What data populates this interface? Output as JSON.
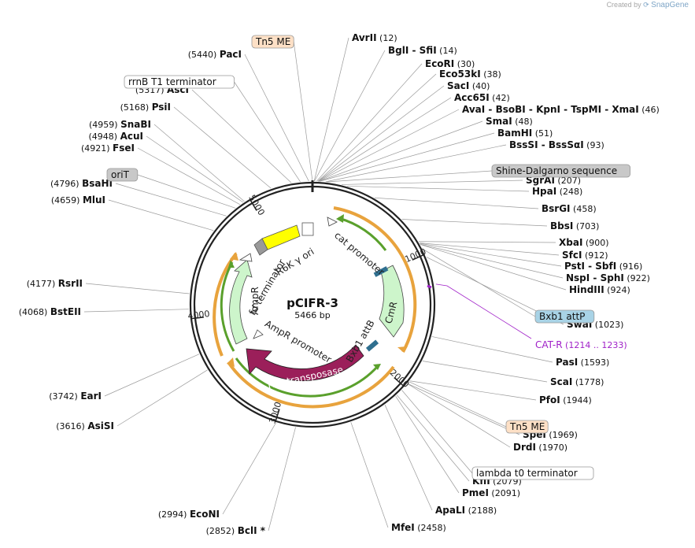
{
  "credit": {
    "prefix": "Created by",
    "brand": "SnapGene"
  },
  "plasmid": {
    "name": "pCIFR-3",
    "size_label": "5466 bp",
    "length": 5466
  },
  "ticks": [
    {
      "pos": 1000,
      "label": "1000"
    },
    {
      "pos": 2000,
      "label": "2000"
    },
    {
      "pos": 3000,
      "label": "3000"
    },
    {
      "pos": 4000,
      "label": "4000"
    },
    {
      "pos": 5000,
      "label": "5000"
    }
  ],
  "sites": [
    {
      "names": [
        "AvrII"
      ],
      "coord": "(12)",
      "pos": 12
    },
    {
      "names": [
        "BglI",
        "SfiI"
      ],
      "coord": "(14)",
      "pos": 14
    },
    {
      "names": [
        "EcoRI"
      ],
      "coord": "(30)",
      "pos": 30
    },
    {
      "names": [
        "Eco53kI"
      ],
      "coord": "(38)",
      "pos": 38
    },
    {
      "names": [
        "SacI"
      ],
      "coord": "(40)",
      "pos": 40
    },
    {
      "names": [
        "Acc65I"
      ],
      "coord": "(42)",
      "pos": 42
    },
    {
      "names": [
        "AvaI",
        "BsoBI",
        "KpnI",
        "TspMI",
        "XmaI"
      ],
      "coord": "(46)",
      "pos": 46
    },
    {
      "names": [
        "SmaI"
      ],
      "coord": "(48)",
      "pos": 48
    },
    {
      "names": [
        "BamHI"
      ],
      "coord": "(51)",
      "pos": 51
    },
    {
      "names": [
        "BssSI",
        "BssSαI"
      ],
      "coord": "(93)",
      "pos": 93
    },
    {
      "names": [
        "SgrAI"
      ],
      "coord": "(207)",
      "pos": 207
    },
    {
      "names": [
        "HpaI"
      ],
      "coord": "(248)",
      "pos": 248
    },
    {
      "names": [
        "BsrGI"
      ],
      "coord": "(458)",
      "pos": 458
    },
    {
      "names": [
        "BbsI"
      ],
      "coord": "(703)",
      "pos": 703
    },
    {
      "names": [
        "XbaI"
      ],
      "coord": "(900)",
      "pos": 900
    },
    {
      "names": [
        "SfcI"
      ],
      "coord": "(912)",
      "pos": 912
    },
    {
      "names": [
        "PstI",
        "SbfI"
      ],
      "coord": "(916)",
      "pos": 916
    },
    {
      "names": [
        "NspI",
        "SphI"
      ],
      "coord": "(922)",
      "pos": 922
    },
    {
      "names": [
        "HindIII"
      ],
      "coord": "(924)",
      "pos": 924
    },
    {
      "names": [
        "SwaI"
      ],
      "coord": "(1023)",
      "pos": 1023
    },
    {
      "names": [
        "PasI"
      ],
      "coord": "(1593)",
      "pos": 1593
    },
    {
      "names": [
        "ScaI"
      ],
      "coord": "(1778)",
      "pos": 1778
    },
    {
      "names": [
        "PfoI"
      ],
      "coord": "(1944)",
      "pos": 1944
    },
    {
      "names": [
        "SpeI"
      ],
      "coord": "(1969)",
      "pos": 1969
    },
    {
      "names": [
        "DrdI"
      ],
      "coord": "(1970)",
      "pos": 1970
    },
    {
      "names": [
        "KflI"
      ],
      "coord": "(2079)",
      "pos": 2079
    },
    {
      "names": [
        "PmeI"
      ],
      "coord": "(2091)",
      "pos": 2091
    },
    {
      "names": [
        "ApaLI"
      ],
      "coord": "(2188)",
      "pos": 2188
    },
    {
      "names": [
        "MfeI"
      ],
      "coord": "(2458)",
      "pos": 2458
    },
    {
      "names": [
        "BclI *"
      ],
      "coord": "(2852)",
      "pos": 2852
    },
    {
      "names": [
        "EcoNI"
      ],
      "coord": "(2994)",
      "pos": 2994
    },
    {
      "names": [
        "AsiSI"
      ],
      "coord": "(3616)",
      "pos": 3616
    },
    {
      "names": [
        "EarI"
      ],
      "coord": "(3742)",
      "pos": 3742
    },
    {
      "names": [
        "BstEII"
      ],
      "coord": "(4068)",
      "pos": 4068
    },
    {
      "names": [
        "RsrII"
      ],
      "coord": "(4177)",
      "pos": 4177
    },
    {
      "names": [
        "MluI"
      ],
      "coord": "(4659)",
      "pos": 4659
    },
    {
      "names": [
        "BsaHI"
      ],
      "coord": "(4796)",
      "pos": 4796
    },
    {
      "names": [
        "FseI"
      ],
      "coord": "(4921)",
      "pos": 4921
    },
    {
      "names": [
        "AcuI"
      ],
      "coord": "(4948)",
      "pos": 4948
    },
    {
      "names": [
        "SnaBI"
      ],
      "coord": "(4959)",
      "pos": 4959
    },
    {
      "names": [
        "PsiI"
      ],
      "coord": "(5168)",
      "pos": 5168
    },
    {
      "names": [
        "AscI"
      ],
      "coord": "(5317)",
      "pos": 5317
    },
    {
      "names": [
        "PacI"
      ],
      "coord": "(5440)",
      "pos": 5440
    }
  ],
  "callouts": [
    {
      "text": "Tn5 ME",
      "kind": "mobile",
      "pos": 5466
    },
    {
      "text": "rrnB T1 terminator",
      "kind": "terminator",
      "pos": 5380
    },
    {
      "text": "oriT",
      "kind": "misc",
      "pos": 4880
    },
    {
      "text": "Shine-Dalgarno sequence",
      "kind": "misc",
      "pos": 100
    },
    {
      "text": "Bxb1 attP",
      "kind": "protein_bind",
      "pos": 960
    },
    {
      "text": "Tn5 ME",
      "kind": "mobile",
      "pos": 1952
    },
    {
      "text": "lambda t0 terminator",
      "kind": "terminator",
      "pos": 2030
    }
  ],
  "primer": {
    "name": "CAT-R",
    "coord": "(1214 .. 1233)",
    "pos": 1223
  },
  "features": [
    {
      "label": "cat promoter",
      "kind": "promoter"
    },
    {
      "label": "CmR",
      "kind": "cds"
    },
    {
      "label": "Bxb1 attB",
      "kind": "protein_bind"
    },
    {
      "label": "Tn5 transposase",
      "kind": "cds"
    },
    {
      "label": "AmpR promoter",
      "kind": "promoter"
    },
    {
      "label": "AmpR",
      "kind": "cds"
    },
    {
      "label": "fd terminator",
      "kind": "terminator"
    },
    {
      "label": "R6K γ ori",
      "kind": "ori"
    }
  ],
  "colors": {
    "backbone": "#222222",
    "orf_arc": "#e8a33d",
    "orf_arrow": "#5aa02c",
    "cds_green": "#cdf5cb",
    "transposase": "#9b1f5a",
    "ori_yellow": "#ffff00",
    "primer": "#a020c8",
    "attb": "#2f6f8f",
    "mobile_box": "#fde0c6",
    "misc_box": "#c8c8c8",
    "attp_box": "#a8d3e6"
  }
}
